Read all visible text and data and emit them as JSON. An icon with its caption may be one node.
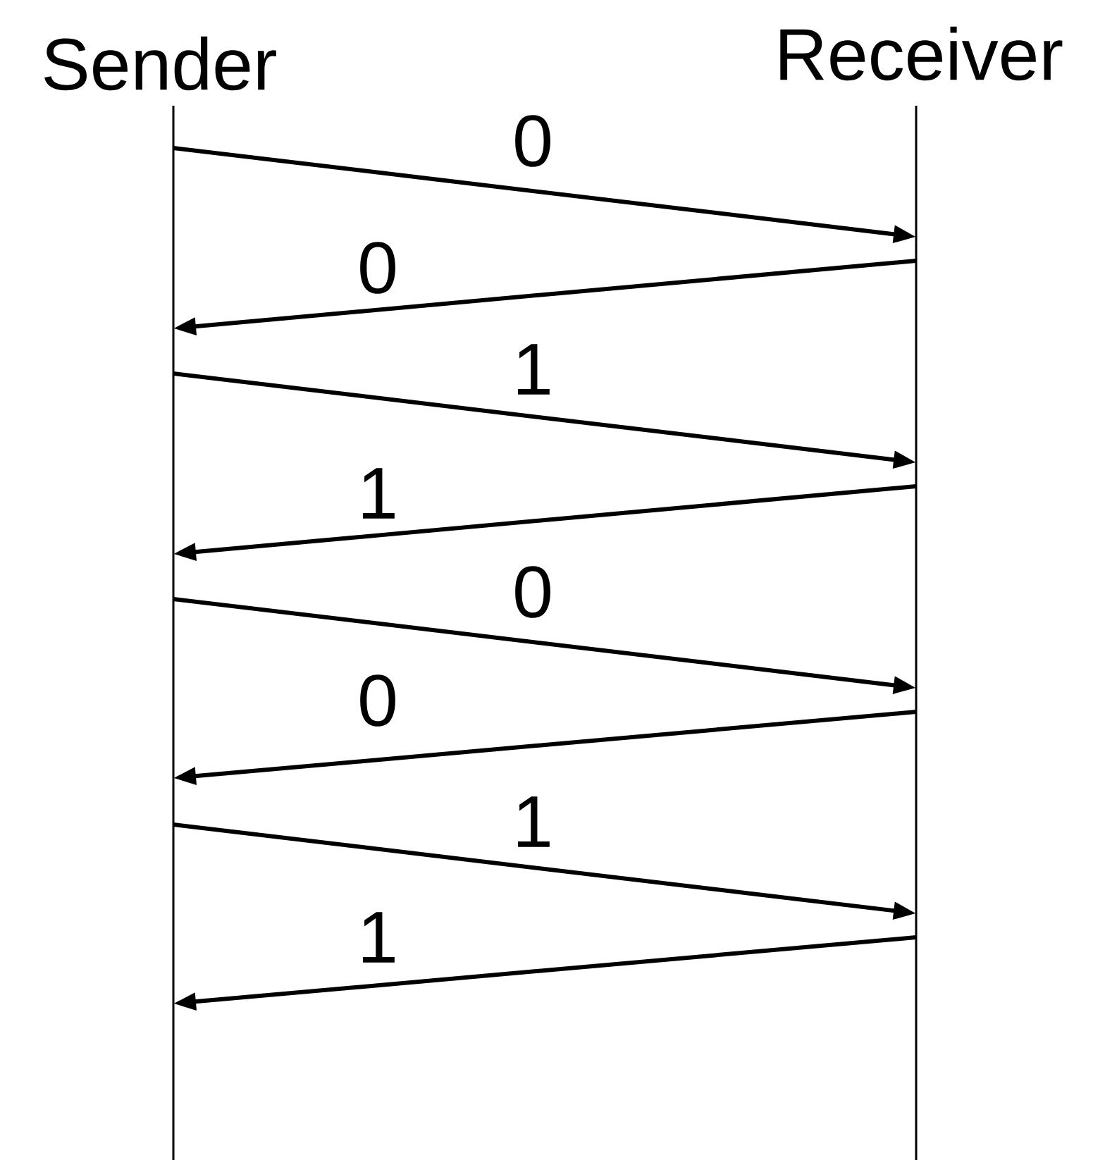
{
  "diagram": {
    "nodes": [
      {
        "text": [
          "Sender"
        ]
      },
      {
        "text": [
          "Receiver"
        ]
      }
    ],
    "edges": [
      {
        "from": 0,
        "to": 1,
        "arrow": "to",
        "label": "0"
      },
      {
        "from": 1,
        "to": 0,
        "arrow": "to",
        "label": "0"
      },
      {
        "from": 0,
        "to": 1,
        "arrow": "to",
        "label": "1"
      },
      {
        "from": 1,
        "to": 0,
        "arrow": "to",
        "label": "1"
      },
      {
        "from": 0,
        "to": 1,
        "arrow": "to",
        "label": "0"
      },
      {
        "from": 1,
        "to": 0,
        "arrow": "to",
        "label": "0"
      },
      {
        "from": 0,
        "to": 1,
        "arrow": "to",
        "label": "1"
      },
      {
        "from": 1,
        "to": 0,
        "arrow": "to",
        "label": "1"
      }
    ]
  }
}
